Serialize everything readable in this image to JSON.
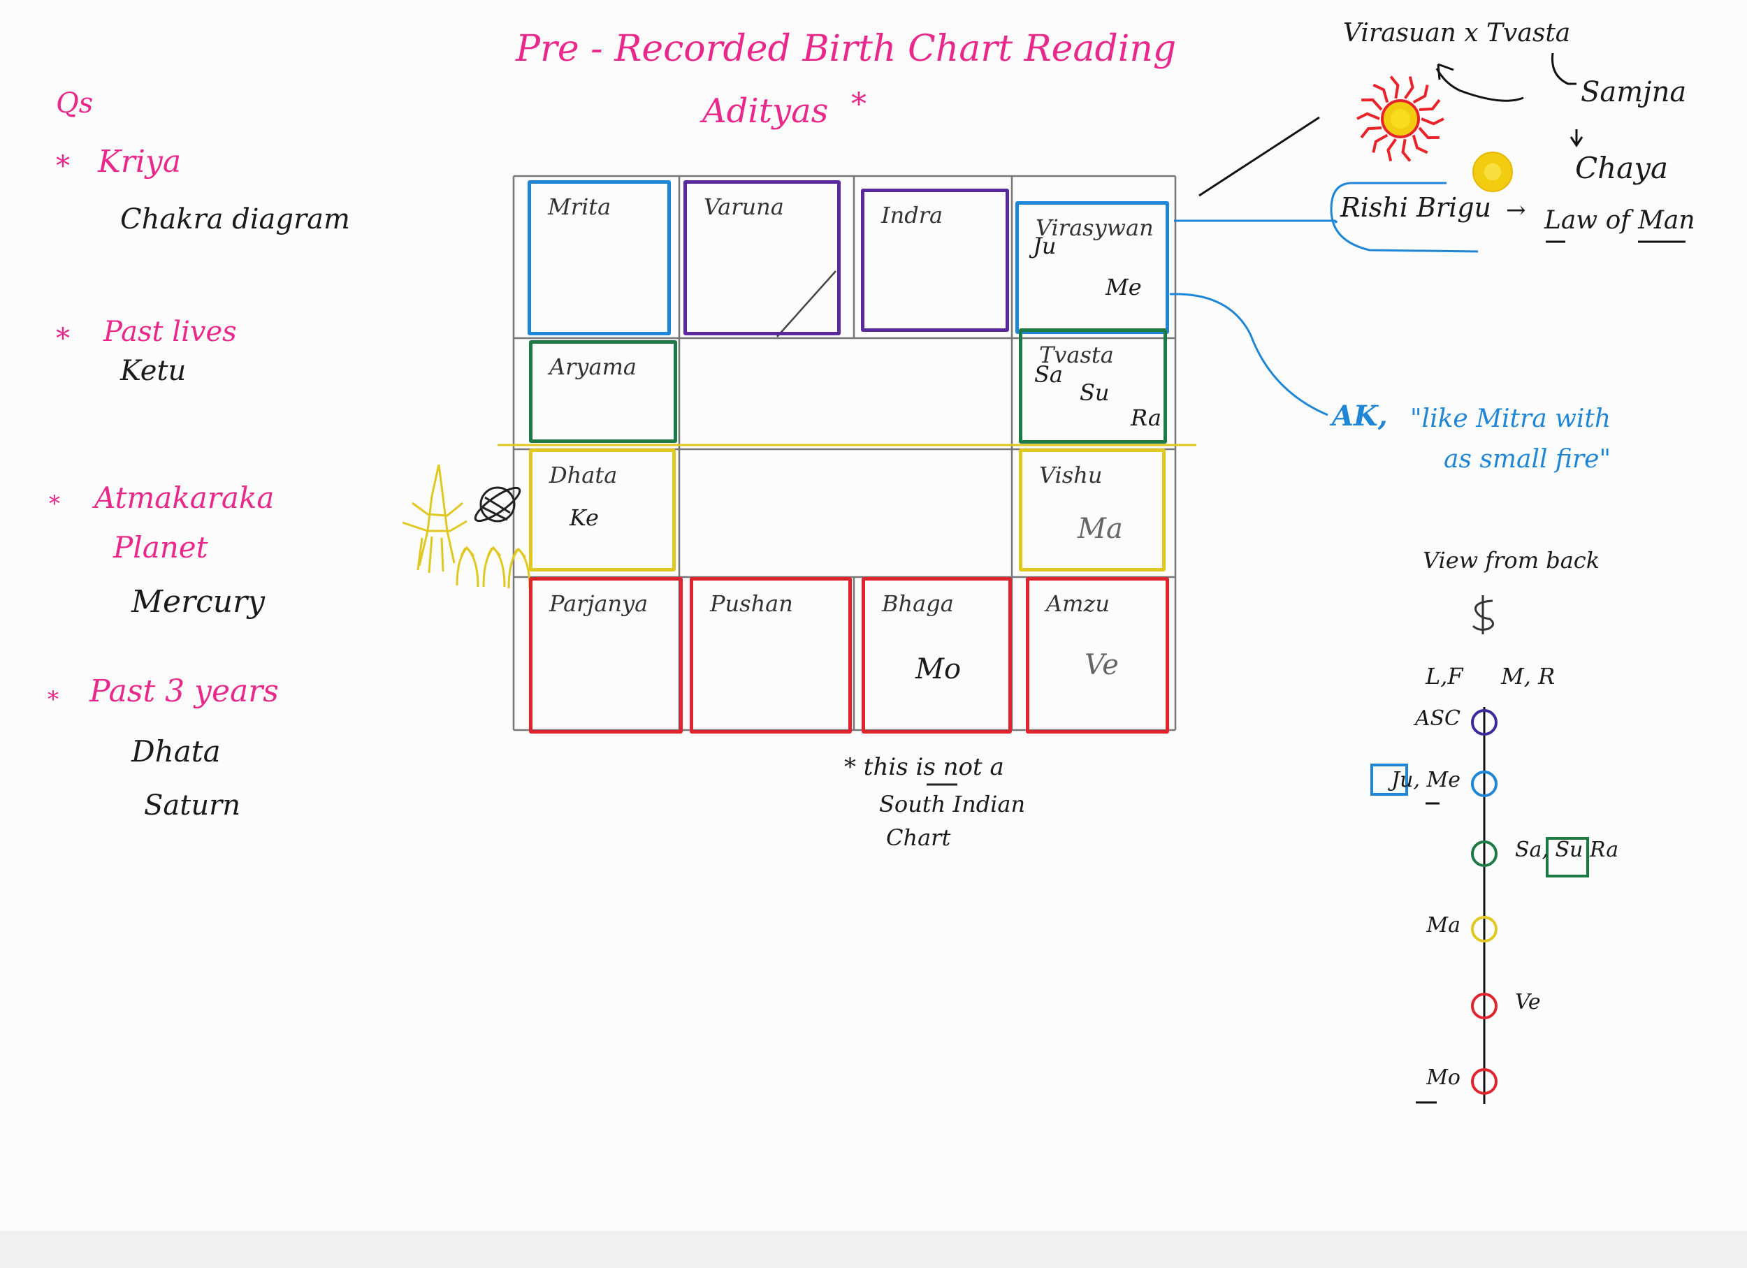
{
  "title": "Pre - Recorded Birth Chart Reading",
  "subtitle": "Adityas",
  "subtitle_mark": "*",
  "questions": {
    "heading": "Qs",
    "bullet": "*",
    "items": [
      {
        "label": "Kriya",
        "answer": "Chakra diagram"
      },
      {
        "label": "Past lives",
        "answer": "Ketu"
      },
      {
        "label": "Atmakaraka",
        "label2": "Planet",
        "answer": "Mercury"
      },
      {
        "label": "Past 3 years",
        "answer": "Dhata",
        "answer2": "Saturn"
      }
    ]
  },
  "chart": {
    "houses": [
      {
        "name": "Mrita",
        "planets": [],
        "color": "#1f86d6"
      },
      {
        "name": "Varuna",
        "planets": [],
        "color": "#5a2a9c"
      },
      {
        "name": "Indra",
        "planets": [],
        "color": "#5a2a9c"
      },
      {
        "name": "Virasywan",
        "planets": [
          "Ju",
          "Me"
        ],
        "color": "#1f86d6"
      },
      {
        "name": "Aryama",
        "planets": [],
        "color": "#1e7a45"
      },
      {
        "name": "Tvasta",
        "planets": [
          "Sa",
          "Su",
          "Ra"
        ],
        "color": "#1e7a45"
      },
      {
        "name": "Dhata",
        "planets": [
          "Ke"
        ],
        "color": "#e0c820"
      },
      {
        "name": "Vishu",
        "planets": [
          "Ma"
        ],
        "color": "#e0c820"
      },
      {
        "name": "Parjanya",
        "planets": [],
        "color": "#e0242e"
      },
      {
        "name": "Pushan",
        "planets": [],
        "color": "#e0242e"
      },
      {
        "name": "Bhaga",
        "planets": [
          "Mo"
        ],
        "color": "#e0242e"
      },
      {
        "name": "Amzu",
        "planets": [
          "Ve"
        ],
        "color": "#e0242e"
      }
    ],
    "note": [
      "* this is not a",
      "South Indian",
      "Chart"
    ]
  },
  "mythology": {
    "top": "Virasuan x Tvasta",
    "samjna": "Samjna",
    "chaya": "Chaya",
    "rishi": "Rishi Brigu",
    "arrow": "→",
    "law": "Law of Man",
    "ak_label": "AK,",
    "ak_quote_1": "\"like Mitra with",
    "ak_quote_2": "as small fire\""
  },
  "spine": {
    "title": "View from back",
    "left_header": "L,F",
    "right_header": "M, R",
    "points": [
      {
        "left": "ASC",
        "right": "",
        "color": "#3a2a9c"
      },
      {
        "left": "Ju, Me",
        "right": "",
        "color": "#1f86d6"
      },
      {
        "left": "",
        "right": "Sa, Su Ra",
        "color": "#1e7a45"
      },
      {
        "left": "Ma",
        "right": "",
        "color": "#e0c820"
      },
      {
        "left": "",
        "right": "Ve",
        "color": "#e0242e"
      },
      {
        "left": "Mo",
        "right": "",
        "color": "#e0242e"
      }
    ]
  }
}
